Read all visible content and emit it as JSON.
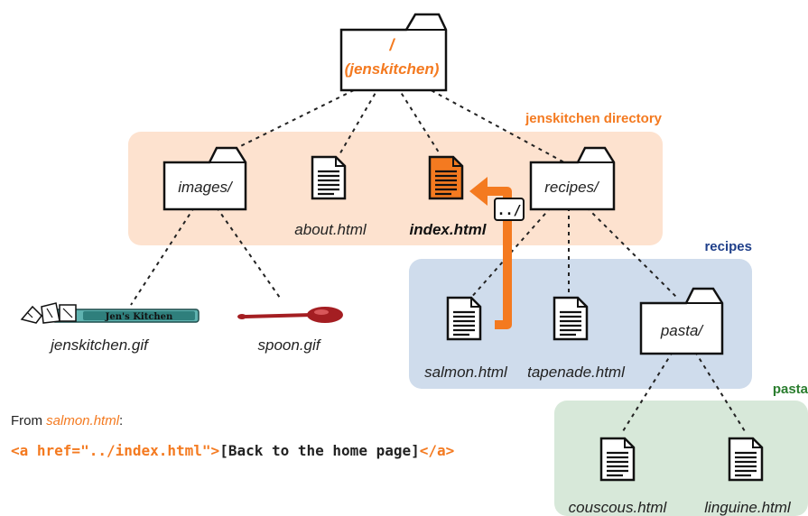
{
  "colors": {
    "orange": "#f47a20",
    "root_region": "#fde2cf",
    "recipes_region": "#cfdcec",
    "pasta_region": "#d7e8d9",
    "root_title": "#f47a20",
    "recipes_title": "#1f3f8a",
    "pasta_title": "#2a7d2e",
    "text": "#222222"
  },
  "regions": {
    "root": "jenskitchen directory",
    "recipes": "recipes",
    "pasta": "pasta"
  },
  "nodes": {
    "root_slash": "/",
    "root_name": "(jenskitchen)",
    "images": "images/",
    "about": "about.html",
    "index": "index.html",
    "recipes": "recipes/",
    "jenskitchen_gif": "jenskitchen.gif",
    "spoon_gif": "spoon.gif",
    "salmon": "salmon.html",
    "tapenade": "tapenade.html",
    "pasta": "pasta/",
    "couscous": "couscous.html",
    "linguine": "linguine.html"
  },
  "path_label": "../",
  "logo_text": "Jen's Kitchen",
  "caption": {
    "from_prefix": "From ",
    "from_file": "salmon.html",
    "from_suffix": ":"
  },
  "code": {
    "open_tag": "<a href=\"../index.html\">",
    "link_text": "[Back to the home page]",
    "close_tag": "</a>"
  }
}
